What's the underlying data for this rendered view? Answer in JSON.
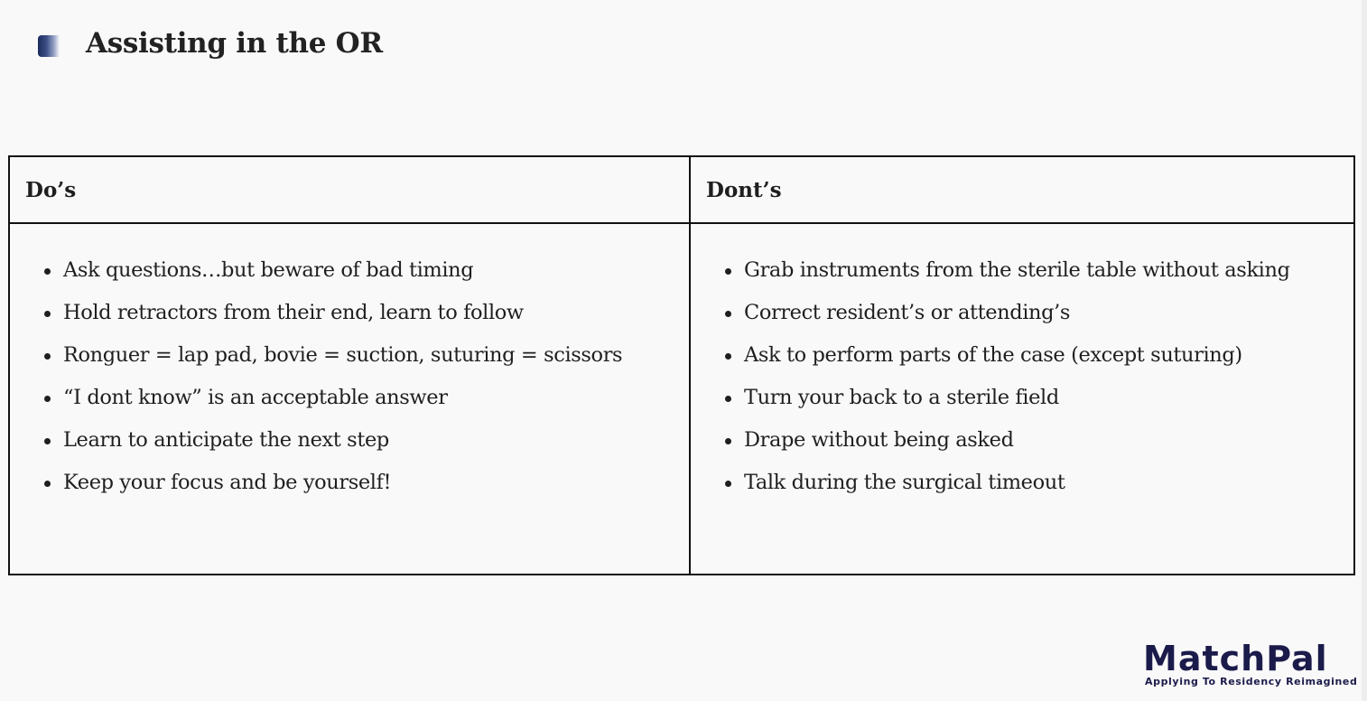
{
  "slide": {
    "title": "Assisting in the OR"
  },
  "table": {
    "headers": {
      "dos": "Do’s",
      "donts": "Dont’s"
    },
    "dos_items": [
      "Ask questions…but beware of bad timing",
      "Hold retractors from their end, learn to follow",
      "Ronguer = lap pad, bovie = suction, suturing = scissors",
      "“I dont know” is an acceptable answer",
      "Learn to anticipate the next step",
      "Keep your focus and be yourself!"
    ],
    "donts_items": [
      "Grab instruments from the sterile table without asking",
      "Correct resident’s or attending’s",
      "Ask to perform parts of the case (except suturing)",
      "Turn your back to a sterile field",
      "Drape without being asked",
      "Talk during the surgical timeout"
    ]
  },
  "logo": {
    "wordmark": "MatchPal",
    "tagline": "Applying To Residency  Reimagined",
    "color": "#1b1b4b"
  },
  "colors": {
    "background": "#f9f9f9",
    "border": "#111111",
    "text": "#1f1f1f",
    "accent": "#1b2a5c"
  }
}
